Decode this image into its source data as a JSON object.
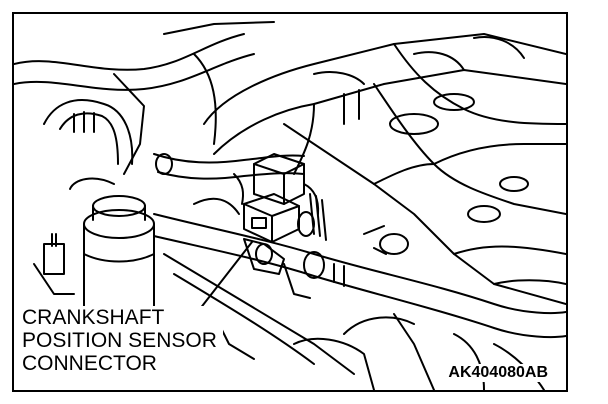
{
  "diagram": {
    "callout_lines": [
      "CRANKSHAFT",
      "POSITION SENSOR",
      "CONNECTOR"
    ],
    "figure_code": "AK404080AB",
    "line_color": "#000000",
    "background_color": "#ffffff"
  }
}
